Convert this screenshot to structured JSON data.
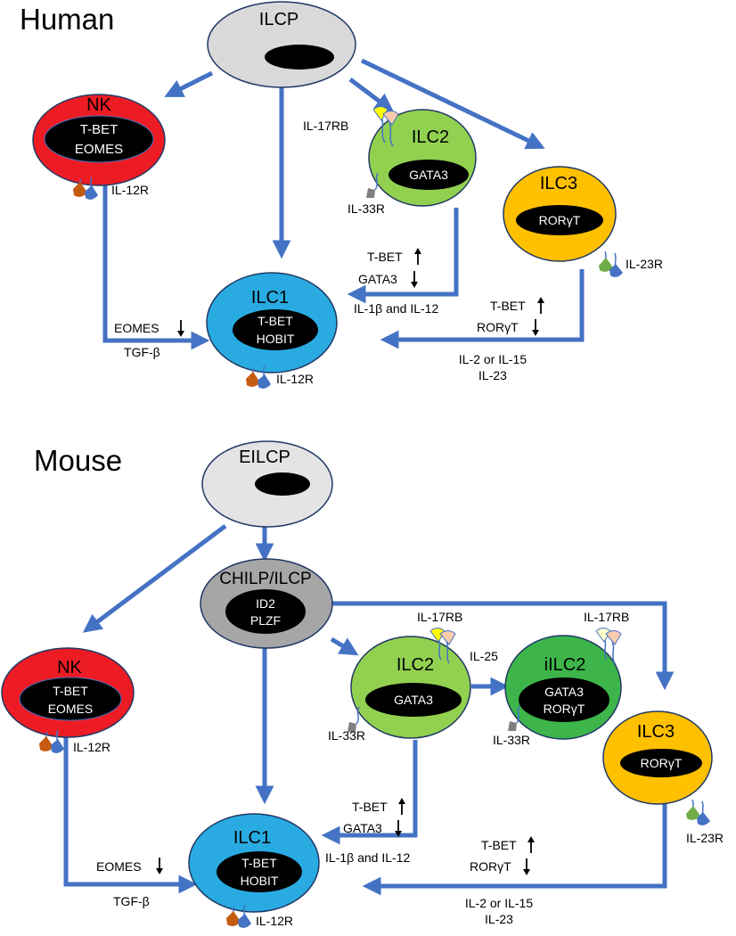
{
  "human": {
    "title": "Human",
    "ilcp": "ILCP",
    "nk": {
      "name": "NK",
      "tf1": "T-BET",
      "tf2": "EOMES",
      "receptor": "IL-12R"
    },
    "ilc2": {
      "name": "ILC2",
      "tf1": "GATA3",
      "receptor_top": "IL-17RB",
      "receptor_bottom": "IL-33R"
    },
    "ilc3": {
      "name": "ILC3",
      "tf1": "RORγT",
      "receptor": "IL-23R"
    },
    "ilc1": {
      "name": "ILC1",
      "tf1": "T-BET",
      "tf2": "HOBIT",
      "receptor": "IL-12R"
    },
    "edge_nk_ilc1": {
      "line1": "EOMES",
      "line2": "TGF-β"
    },
    "edge_ilc2_ilc1": {
      "line1": "T-BET",
      "line2": "GATA3",
      "line3": "IL-1β and IL-12"
    },
    "edge_ilc3_ilc1": {
      "line1": "T-BET",
      "line2": "RORγT",
      "line3": "IL-2 or IL-15",
      "line4": "IL-23"
    }
  },
  "mouse": {
    "title": "Mouse",
    "eilcp": "EILCP",
    "chilp": {
      "name": "CHILP/ILCP",
      "tf1": "ID2",
      "tf2": "PLZF"
    },
    "nk": {
      "name": "NK",
      "tf1": "T-BET",
      "tf2": "EOMES",
      "receptor": "IL-12R"
    },
    "ilc2": {
      "name": "ILC2",
      "tf1": "GATA3",
      "receptor_top": "IL-17RB",
      "receptor_bottom": "IL-33R",
      "cytokine": "IL-25"
    },
    "iilc2": {
      "name": "iILC2",
      "tf1": "GATA3",
      "tf2": "RORγT",
      "receptor_top": "IL-17RB",
      "receptor_bottom": "IL-33R"
    },
    "ilc3": {
      "name": "ILC3",
      "tf1": "RORγT",
      "receptor": "IL-23R"
    },
    "ilc1": {
      "name": "ILC1",
      "tf1": "T-BET",
      "tf2": "HOBIT",
      "receptor": "IL-12R"
    },
    "edge_nk_ilc1": {
      "line1": "EOMES",
      "line2": "TGF-β"
    },
    "edge_ilc2_ilc1": {
      "line1": "T-BET",
      "line2": "GATA3",
      "line3": "IL-1β and IL-12"
    },
    "edge_ilc3_ilc1": {
      "line1": "T-BET",
      "line2": "RORγT",
      "line3": "IL-2 or IL-15",
      "line4": "IL-23"
    }
  },
  "colors": {
    "arrow": "#4472C4",
    "nk": "#ED1C24",
    "ilc2": "#92D050",
    "iilc2": "#3DB54A",
    "ilc3": "#FFC000",
    "ilc1": "#29ABE2",
    "progenitor": "#D9D9D9",
    "chilp": "#A6A6A6",
    "nucleus": "#000000",
    "receptor_orange": "#C55A11",
    "receptor_blue": "#4472C4",
    "receptor_yellow": "#FFFF00",
    "receptor_pink": "#F8CBAD",
    "receptor_grey": "#7F7F7F",
    "receptor_green": "#70AD47"
  }
}
